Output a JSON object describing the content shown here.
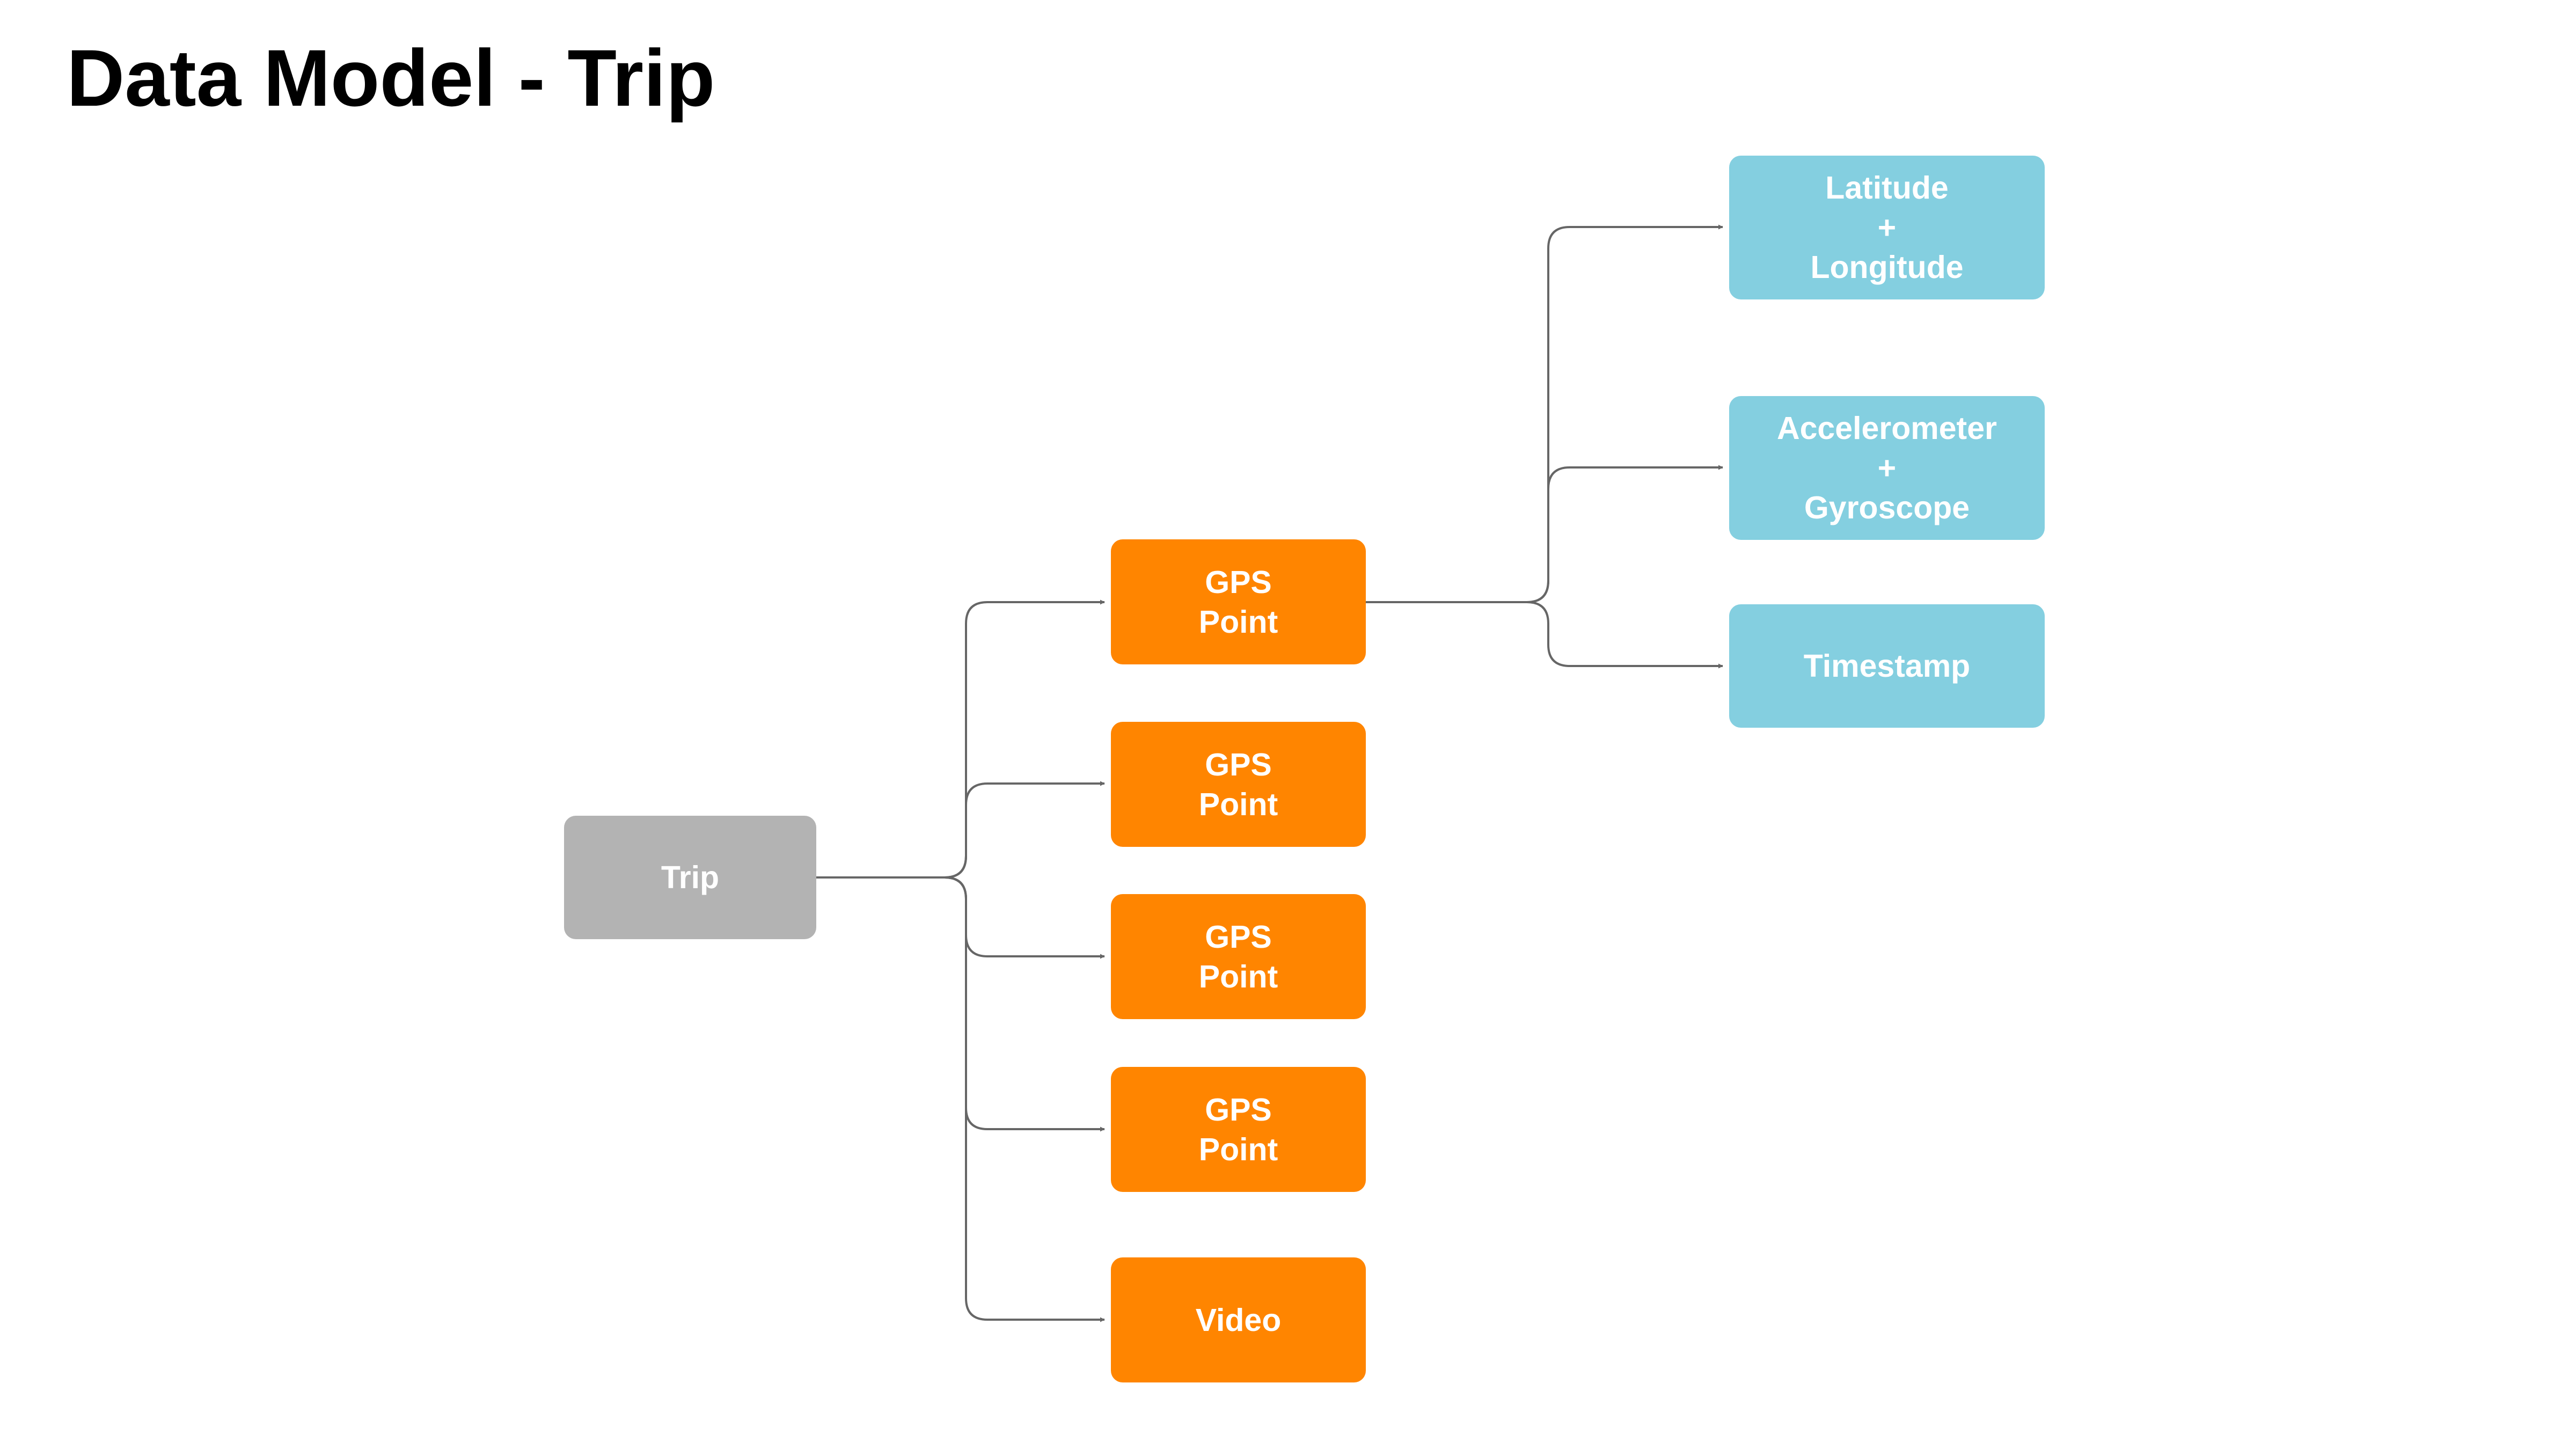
{
  "title": "Data Model - Trip",
  "colors": {
    "root": "#b3b3b3",
    "child": "#ff8500",
    "leaf": "#84cfe0",
    "connector": "#666666"
  },
  "nodes": {
    "trip": {
      "label": "Trip"
    },
    "gps_points": [
      {
        "line1": "GPS",
        "line2": "Point"
      },
      {
        "line1": "GPS",
        "line2": "Point"
      },
      {
        "line1": "GPS",
        "line2": "Point"
      },
      {
        "line1": "GPS",
        "line2": "Point"
      }
    ],
    "video": {
      "label": "Video"
    },
    "latlng": {
      "line1": "Latitude",
      "line2": "+",
      "line3": "Longitude"
    },
    "accel_gyro": {
      "line1": "Accelerometer",
      "line2": "+",
      "line3": "Gyroscope"
    },
    "timestamp": {
      "label": "Timestamp"
    }
  },
  "edges": [
    {
      "from": "trip",
      "to": "gps-point-1"
    },
    {
      "from": "trip",
      "to": "gps-point-2"
    },
    {
      "from": "trip",
      "to": "gps-point-3"
    },
    {
      "from": "trip",
      "to": "gps-point-4"
    },
    {
      "from": "trip",
      "to": "video"
    },
    {
      "from": "gps-point-1",
      "to": "latlng"
    },
    {
      "from": "gps-point-1",
      "to": "accel-gyro"
    },
    {
      "from": "gps-point-1",
      "to": "timestamp"
    }
  ]
}
